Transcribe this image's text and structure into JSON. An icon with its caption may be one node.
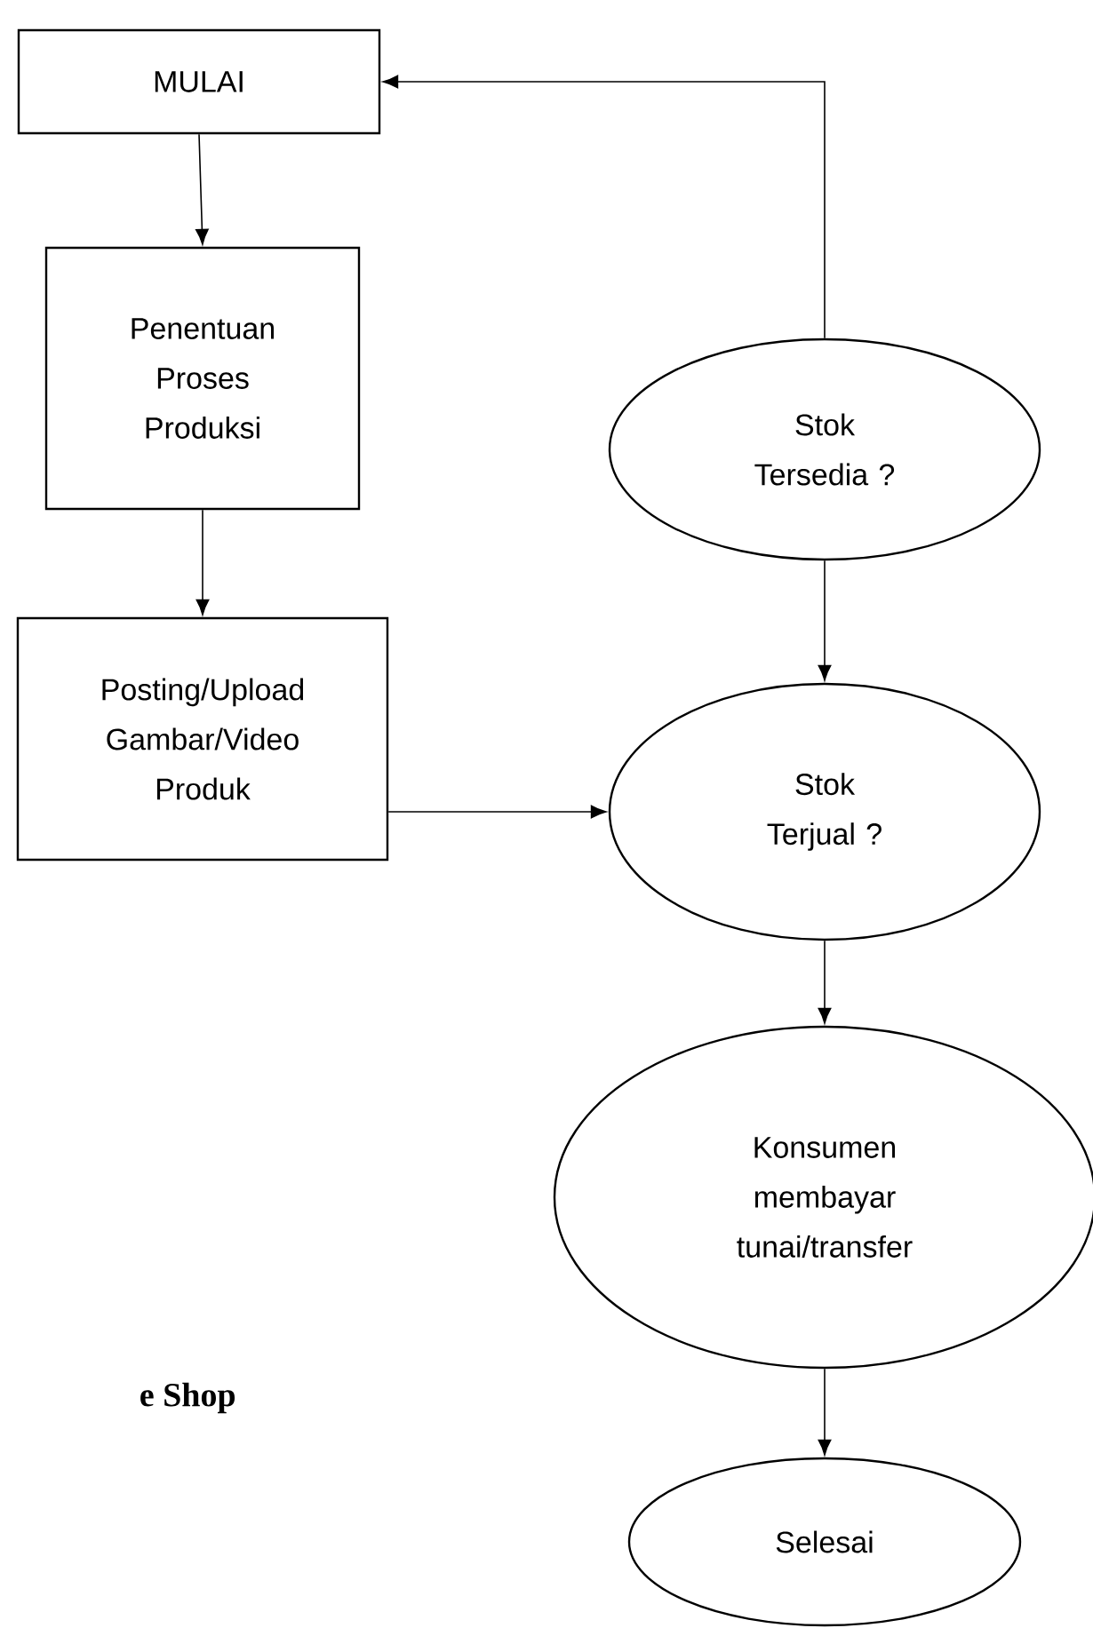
{
  "diagram": {
    "nodes": [
      {
        "text": [
          "MULAI"
        ]
      },
      {
        "text": [
          "Penentuan Proses Produksi"
        ]
      },
      {
        "text": [
          "Posting/Upload Gambar/Video Produk"
        ]
      },
      {
        "text": [
          "Stok Tersedia ?"
        ]
      },
      {
        "text": [
          "Stok Terjual ?"
        ]
      },
      {
        "text": [
          "Konsumen membayar tunai/transfer"
        ]
      },
      {
        "text": [
          "Selesai"
        ]
      }
    ],
    "edges": [
      {
        "from": 0,
        "to": 1,
        "arrow": "to"
      },
      {
        "from": 1,
        "to": 2,
        "arrow": "to"
      },
      {
        "from": 2,
        "to": 4,
        "arrow": "to"
      },
      {
        "from": 3,
        "to": 4,
        "arrow": "to"
      },
      {
        "from": 4,
        "to": 5,
        "arrow": "to"
      },
      {
        "from": 5,
        "to": 6,
        "arrow": "to"
      },
      {
        "from": 3,
        "to": 0,
        "arrow": "to"
      }
    ],
    "labels": [
      "e Shop"
    ]
  }
}
